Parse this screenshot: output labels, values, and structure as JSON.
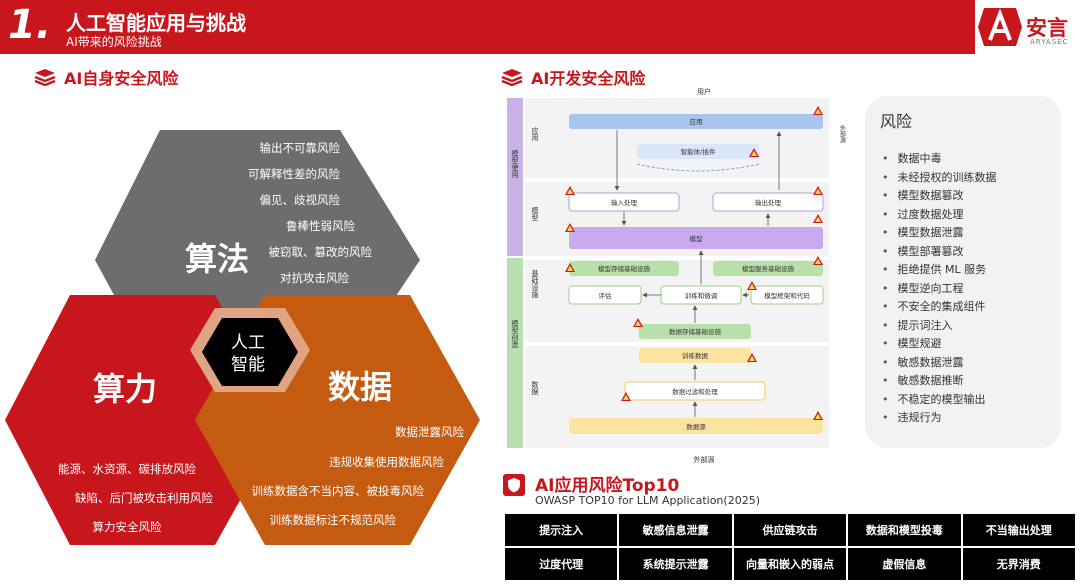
{
  "header": {
    "number": "1.",
    "title": "人工智能应用与挑战",
    "subtitle": "AI带来的风险挑战"
  },
  "logo": {
    "cn": "安言",
    "en": "ARYASEC"
  },
  "left_section": {
    "title": "AI自身安全风险",
    "center": [
      "人工",
      "智能"
    ],
    "algorithm": {
      "label": "算法",
      "items": [
        "输出不可靠风险",
        "可解释性差的风险",
        "偏见、歧视风险",
        "鲁棒性弱风险",
        "被窃取、篡改的风险",
        "对抗攻击风险"
      ]
    },
    "compute": {
      "label": "算力",
      "items": [
        "能源、水资源、碳排放风险",
        "缺陷、后门被攻击利用风险",
        "算力安全风险"
      ]
    },
    "data": {
      "label": "数据",
      "items": [
        "数据泄露风险",
        "违规收集使用数据风险",
        "训练数据含不当内容、被投毒风险",
        "训练数据标注不规范风险"
      ]
    },
    "colors": {
      "algorithm": "#6d6d6d",
      "compute": "#c8161d",
      "data": "#c55a11"
    }
  },
  "right_section": {
    "title": "AI开发安全风险",
    "diagram": {
      "user": "用户",
      "external_top": "外部源",
      "external_bottom": "外部源",
      "left_groups": [
        "模型使用",
        "模型创造"
      ],
      "sub_groups": [
        "应用",
        "模型",
        "基础设施",
        "数据"
      ],
      "boxes": {
        "app": "应用",
        "agent": "智能体/插件",
        "input": "输入处理",
        "output": "输出处理",
        "model": "模型",
        "model_storage": "模型存储基础设施",
        "model_serving": "模型服务基础设施",
        "eval": "评估",
        "train": "训练和微调",
        "framework": "模型框架和代码",
        "data_storage": "数据存储基础设施",
        "train_data": "训练数据",
        "filter": "数据过滤和处理",
        "source": "数据源"
      }
    },
    "risk_panel": {
      "title": "风险",
      "items": [
        "数据中毒",
        "未经授权的训练数据",
        "模型数据篡改",
        "过度数据处理",
        "模型数据泄露",
        "模型部署篡改",
        "拒绝提供 ML 服务",
        "模型逆向工程",
        "不安全的集成组件",
        "提示词注入",
        "模型规避",
        "敏感数据泄露",
        "敏感数据推断",
        "不稳定的模型输出",
        "违规行为"
      ]
    }
  },
  "top10": {
    "title": "AI应用风险Top10",
    "subtitle": "OWASP TOP10 for LLM Application(2025)",
    "items": [
      "提示注入",
      "敏感信息泄露",
      "供应链攻击",
      "数据和模型投毒",
      "不当输出处理",
      "过度代理",
      "系统提示泄露",
      "向量和嵌入的弱点",
      "虚假信息",
      "无界消费"
    ]
  }
}
